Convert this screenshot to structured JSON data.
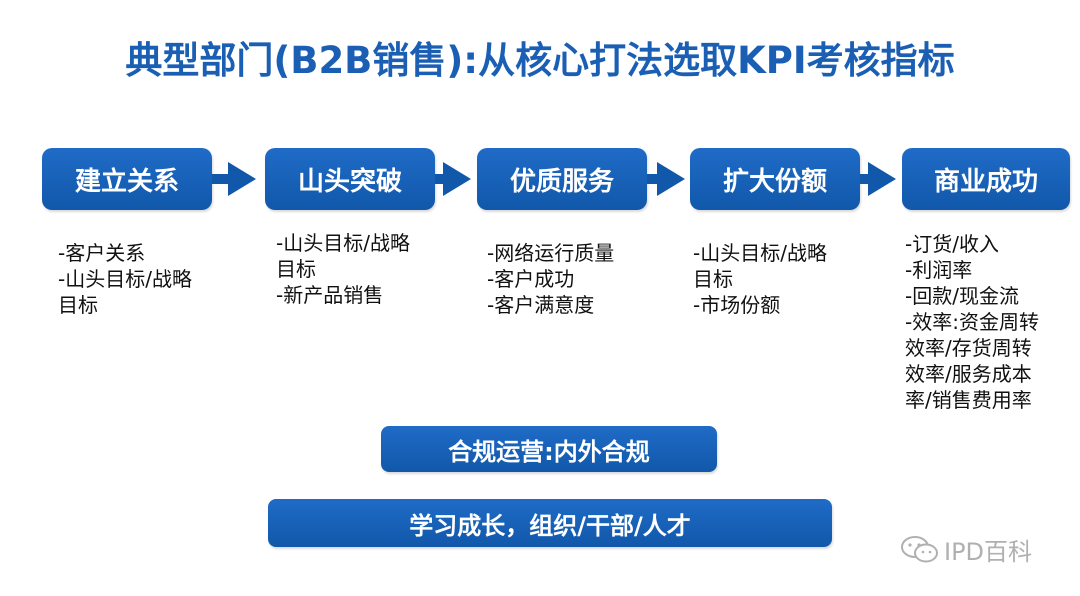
{
  "title": "典型部门(B2B销售):从核心打法选取KPI考核指标",
  "stages": [
    {
      "label": "建立关系",
      "kpis": "-客户关系\n-山头目标/战略\n目标"
    },
    {
      "label": "山头突破",
      "kpis": "-山头目标/战略\n目标\n-新产品销售"
    },
    {
      "label": "优质服务",
      "kpis": "-网络运行质量\n-客户成功\n-客户满意度"
    },
    {
      "label": "扩大份额",
      "kpis": "-山头目标/战略\n目标\n-市场份额"
    },
    {
      "label": "商业成功",
      "kpis": "-订货/收入\n-利润率\n-回款/现金流\n-效率:资金周转\n效率/存货周转\n效率/服务成本\n率/销售费用率"
    }
  ],
  "compliance_bar": "合规运营:内外合规",
  "learning_bar": "学习成长，组织/干部/人才",
  "watermark": "IPD百科",
  "colors": {
    "primary": "#1158aa",
    "title": "#1a5fb4"
  },
  "icons": {
    "watermark": "wechat-icon",
    "connector": "arrow-right-icon"
  }
}
